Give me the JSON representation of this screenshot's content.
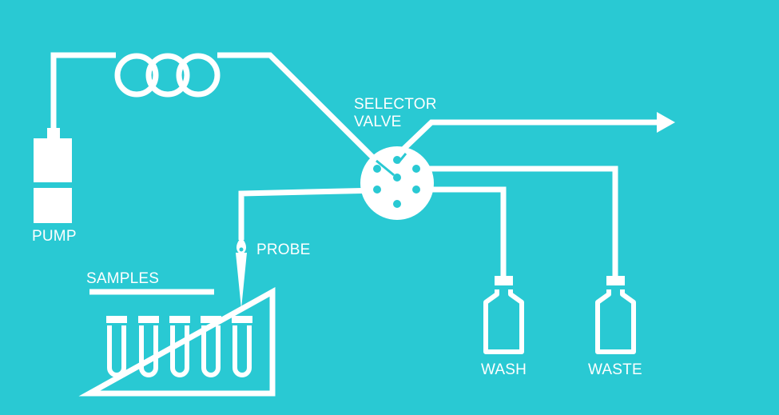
{
  "labels": {
    "pump": "PUMP",
    "samples": "SAMPLES",
    "probe": "PROBE",
    "selector_line1": "SELECTOR",
    "selector_line2": "VALVE",
    "wash": "WASH",
    "waste": "WASTE"
  },
  "colors": {
    "background": "#29c9d3",
    "line": "#ffffff"
  },
  "components": {
    "sample_tube_count": 5,
    "coil_loops": 3,
    "bottles": [
      "wash",
      "waste"
    ]
  }
}
